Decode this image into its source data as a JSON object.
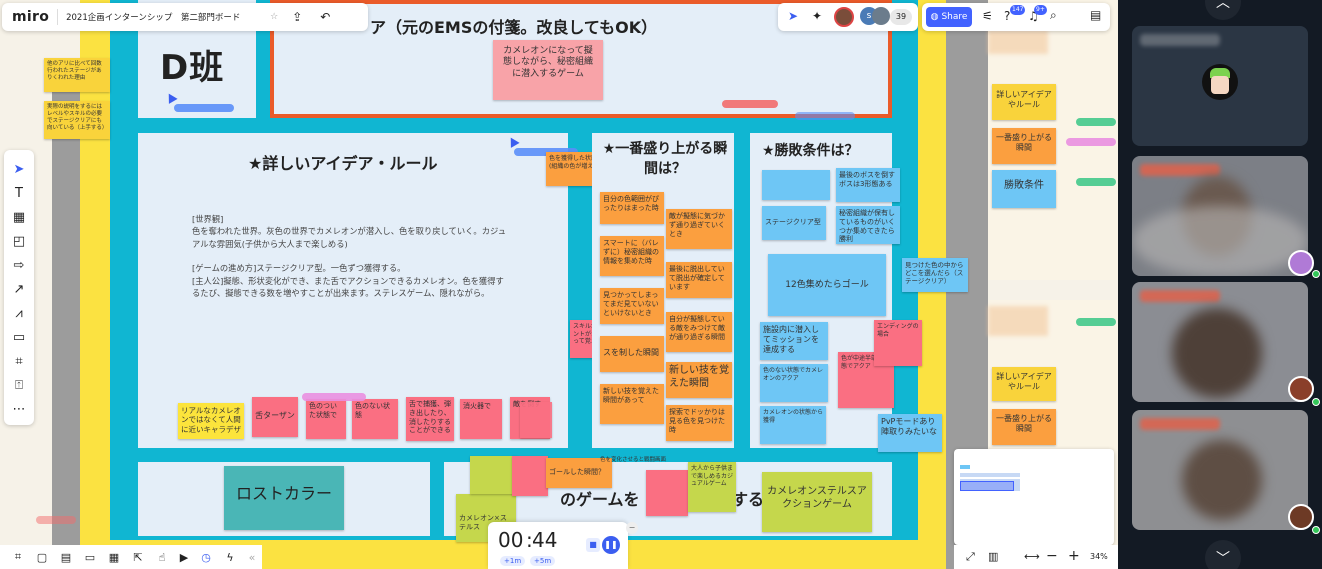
{
  "app": {
    "logo": "miro",
    "board_name": "2021企画インターンシップ　第二部門ボード"
  },
  "top_right": {
    "participants_count": "39",
    "avatar_letter": "s",
    "share_label": "Share",
    "notif_badge_1": "147",
    "notif_badge_2": "9+"
  },
  "board": {
    "team_label": "D班",
    "top_header": "ア（元のEMSの付箋。改良してもOK）",
    "top_sticky": "カメレオンになって擬態しながら、秘密組織に潜入するゲーム",
    "detail_header": "★詳しいアイデア・ルール",
    "detail_text": [
      "[世界観]",
      "色を奪われた世界。灰色の世界でカメレオンが潜入し、色を取り戻していく。カジュアルな雰囲気(子供から大人まで楽しめる)",
      "",
      "[ゲームの進め方]ステージクリア型。一色ずつ獲得する。",
      "[主人公]擬態、形状変化ができ、また舌でアクションできるカメレオン。色を獲得するたび、擬態できる数を増やすことが出来ます。ステレスゲーム、隠れながら。"
    ],
    "excite_header": "★一番盛り上がる瞬間は？",
    "win_header": "★勝敗条件は？",
    "lost_color": "ロストカラー",
    "game_header": "のゲームを",
    "game_header_suffix": "する",
    "chameleon_stealth": "カメレオンステルスアクションゲーム",
    "left_notes": [
      "他のアリに比べて回数行われたステージがありくわれた理由",
      "実際の説明をするにはレベルやスキルの必要でステージクリアにも向いている（上手する）"
    ],
    "right_notes_top": [
      "詳しいアイデアやルール",
      "一番盛り上がる瞬間",
      "勝敗条件"
    ],
    "right_notes_bottom": [
      "詳しいアイデアやルール",
      "一番盛り上がる瞬間"
    ],
    "excite_notes": [
      "目分の色範囲がぴったりはまった時",
      "敵が擬態に気づかず通り過ぎていくとき",
      "スマートに（バレずに）秘密組織の情報を集めた時",
      "最後に脱出していて脱出が確定しています",
      "見つかってしまってまだ見ていないといけないとき",
      "自分が擬態している敵をみつけて敵が通り過ぎる瞬間",
      "スを制した瞬間",
      "新しい技を覚えた瞬間",
      "新しい技を覚えた瞬間があって",
      "探索でドッかりは見る色を見つけた時"
    ],
    "win_notes": [
      "最後のボスを倒すボスは3形態ある",
      "ステージクリア型",
      "秘密組織が保有しているものがいくつか集めてきたら勝利",
      "12色集めたらゴール",
      "施設内に潜入してミッションを達成する",
      "色のない状態でカメレオンのアクア",
      "色が中途半端な状態でアクア",
      "カメレオンの状態から獲得",
      "PvPモードあり陣取りみたいな",
      "見つけた色の中からどこを選んだら（ステージクリア）",
      "エンディングの場合"
    ],
    "bottom_notes": [
      "リアルなカメレオンではなくて人間に近いキャラデザ",
      "舌ターザン",
      "色のついた状態で",
      "色のない状態",
      "舌で捕獲、弾き出したり、消したりすることができる",
      "消火器で",
      "敵を倒す"
    ],
    "misc_notes": [
      "色を獲得した状態(組織の色が増える)",
      "スキルポイントがたまって覚える",
      "ゴールした瞬間？",
      "色を変化させると戦闘画面",
      "大人から子供まで楽しめるカジュアルゲーム",
      "カメレオン×ステルス"
    ]
  },
  "timer": {
    "minutes": "00",
    "seconds": "44",
    "add1": "+1m",
    "add5": "+5m"
  },
  "zoom": {
    "level": "34%"
  },
  "colors": {
    "cyan": "#10b6d2",
    "yellow": "#fbe241",
    "orange_border": "#ea5b2a",
    "share_blue": "#4262ff"
  }
}
